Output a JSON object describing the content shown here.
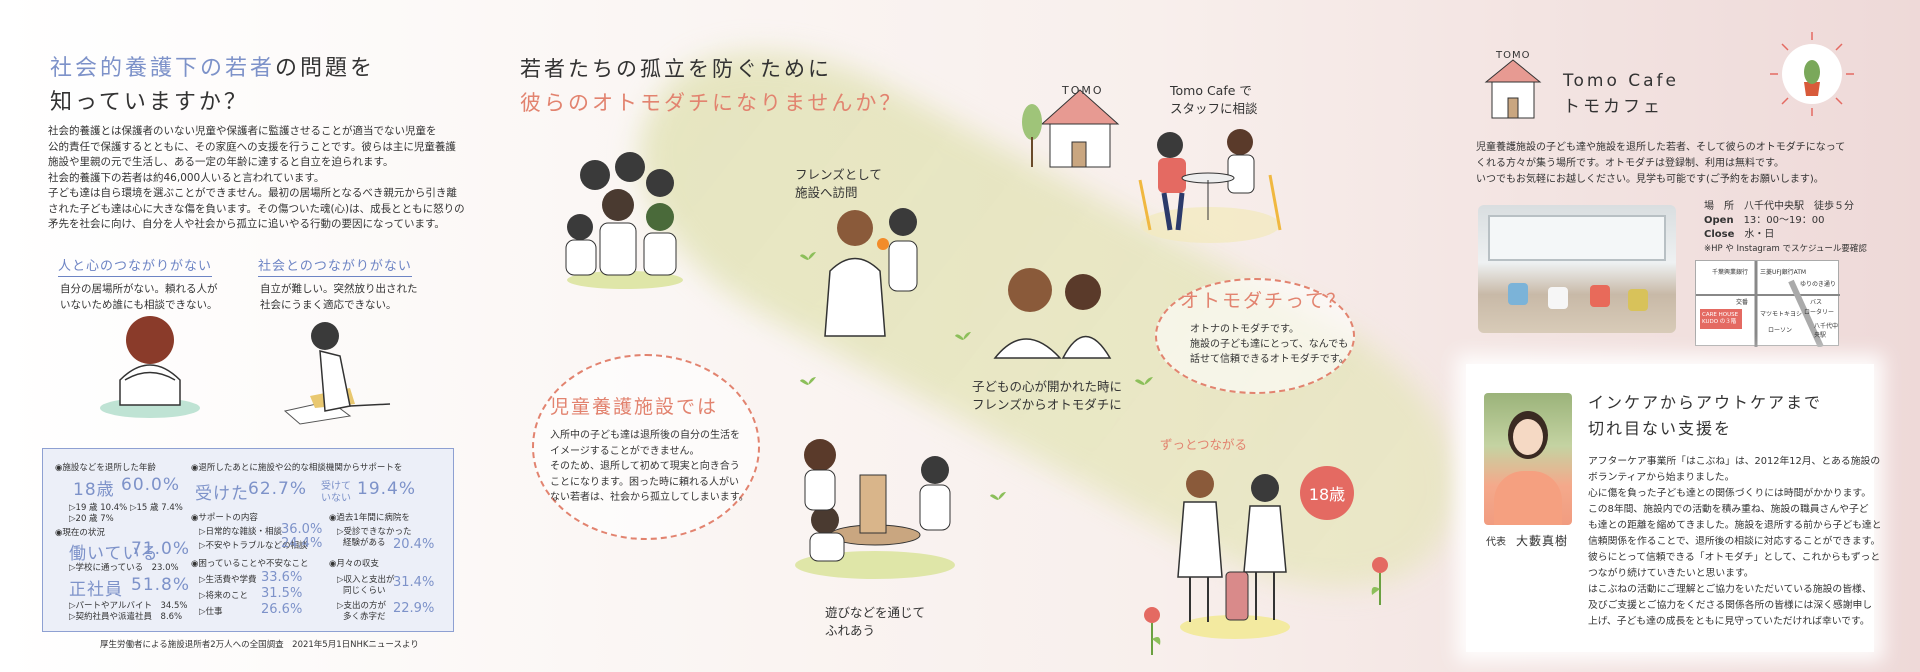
{
  "left": {
    "title_blue_1": "社会的養護下",
    "title_mid": "の",
    "title_blue_2": "若者",
    "title_rest_1": "の問題を",
    "title_line2": "知っていますか？",
    "paragraph": [
      "社会的養護とは保護者のいない児童や保護者に監護させることが適当でない児童を",
      "公的責任で保護するとともに、その家庭への支援を行うことです。彼らは主に児童養護",
      "施設や里親の元で生活し、ある一定の年齢に達すると自立を迫られます。",
      "社会的養護下の若者は約46,000人いると言われています。",
      "子ども達は自ら環境を選ぶことができません。最初の居場所となるべき親元から引き離",
      "された子ども達は心に大きな傷を負います。その傷ついた魂(心)は、成長とともに怒りの",
      "矛先を社会に向け、自分を人や社会から孤立に追いやる行動の要因になっています。"
    ],
    "sub1_heading": "人と心のつながりがない",
    "sub1_text": [
      "自分の居場所がない。頼れる人が",
      "いないため誰にも相談できない。"
    ],
    "sub2_heading": "社会とのつながりがない",
    "sub2_text": [
      "自立が難しい。突然放り出された",
      "社会にうまく適応できない。"
    ],
    "stats": {
      "s1_label": "◉施設などを退所した年齢",
      "s1_big": "18歳",
      "s1_pct": "60.0%",
      "s1_sub1": "▷19 歳 10.4% ▷15 歳 7.4%",
      "s1_sub2": "▷20 歳 7%",
      "s2_label": "◉退所したあとに施設や公的な相談機関からサポートを",
      "s2_a": "受けた",
      "s2_a_pct": "62.7%",
      "s2_b1": "受けて",
      "s2_b2": "いない",
      "s2_b_pct": "19.4%",
      "s3_label": "◉現在の状況",
      "s3_big": "働いている",
      "s3_pct": "71.0%",
      "s3_sub": "▷学校に通っている　23.0%",
      "s3_big2": "正社員",
      "s3_pct2": "51.8%",
      "s3_sub2": "▷パートやアルバイト　34.5%",
      "s3_sub3": "▷契約社員や派遣社員　8.6%",
      "s4_label": "◉サポートの内容",
      "s4_a": "▷日常的な雑談・相談",
      "s4_a_pct": "36.0%",
      "s4_b": "▷不安やトラブルなどの相談",
      "s4_b_pct": "24.4%",
      "s5_label": "◉過去1年間に病院を",
      "s5_a1": "▷受診できなかった",
      "s5_a2": "経験がある",
      "s5_pct": "20.4%",
      "s6_label": "◉困っていることや不安なこと",
      "s6_a": "▷生活費や学費",
      "s6_a_pct": "33.6%",
      "s6_b": "▷将来のこと",
      "s6_b_pct": "31.5%",
      "s6_c": "▷仕事",
      "s6_c_pct": "26.6%",
      "s7_label": "◉月々の収支",
      "s7_a1": "▷収入と支出が",
      "s7_a2": "同じくらい",
      "s7_a_pct": "31.4%",
      "s7_b1": "▷支出の方が",
      "s7_b2": "多く赤字だ",
      "s7_b_pct": "22.9%"
    },
    "source": "厚生労働者による施設退所者2万人への全国調査　2021年5月1日NHKニュースより"
  },
  "middle": {
    "title_line1": "若者たちの孤立を防ぐために",
    "title_line2": "彼らのオトモダチになりませんか？",
    "cap_friends": [
      "フレンズとして",
      "施設へ訪問"
    ],
    "cap_cafe": [
      "Tomo Cafe で",
      "スタッフに相談"
    ],
    "cafe_sign": "TOMO",
    "ellipse_left_heading": "児童養護施設では",
    "ellipse_left_text": [
      "入所中の子ども達は退所後の自分の生活を",
      "イメージすることができません。",
      "そのため、退所して初めて現実と向き合う",
      "ことになります。困った時に頼れる人がい",
      "ない若者は、社会から孤立してしまいます。"
    ],
    "ellipse_right_heading": "オトモダチって？",
    "ellipse_right_text": [
      "オトナのトモダチです。",
      "施設の子ども達にとって、なんでも",
      "話せて信頼できるオトモダチです。"
    ],
    "cap_open": [
      "子どもの心が開かれた時に",
      "フレンズからオトモダチに"
    ],
    "cap_play": [
      "遊びなどを通じて",
      "ふれあう"
    ],
    "cap_always": "ずっとつながる",
    "age": "18歳"
  },
  "right": {
    "logo_sign": "TOMO",
    "cafe_en": "Tomo Cafe",
    "cafe_jp": "トモカフェ",
    "intro": [
      "児童養護施設の子ども達や施設を退所した若者、そして彼らのオトモダチになって",
      "くれる方々が集う場所です。オトモダチは登録制、利用は無料です。",
      "いつでもお気軽にお越しください。見学も可能です(ご予約をお願いします)。"
    ],
    "place_label": "場　所",
    "place_value": "八千代中央駅　徒歩５分",
    "open_label": "Open",
    "open_value": "13：00～19：00",
    "close_label": "Close",
    "close_value": "水・日",
    "note": "※HP や Instagram でスケジュール要確認",
    "map_labels": [
      "千葉興業銀行",
      "三菱UFJ銀行ATM",
      "ゆりのき通り",
      "バス",
      "ロータリー",
      "交番",
      "マツモトキヨシ",
      "ローソン",
      "八千代中央駅",
      "CARE HOUSE KUDO の３階"
    ],
    "bridge_heading1": "インケアからアウトケアまで",
    "bridge_heading2": "切れ目ない支援を",
    "rep_role": "代表",
    "rep_name": "大藪真樹",
    "bridge_text": [
      "アフターケア事業所「はこぶね」は、2012年12月、とある施設の",
      "ボランティアから始まりました。",
      "心に傷を負った子ども達との関係づくりには時間がかかります。",
      "この8年間、施設内での活動を積み重ね、施設の職員さんや子ど",
      "も達との距離を縮めてきました。施設を退所する前から子ども達と",
      "信頼関係を作ることで、退所後の相談に対応することができます。",
      "彼らにとって信頼できる「オトモダチ」として、これからもずっと",
      "つながり続けていきたいと思います。",
      "はこぶねの活動にご理解とご協力をいただいている施設の皆様、",
      "及びご支援とご協力をくださる関係各所の皆様には深く感謝申し",
      "上げ、子ども達の成長をともに見守っていただければ幸いです。"
    ]
  },
  "colors": {
    "blue": "#7d92c9",
    "pink": "#e2836f",
    "badge": "#e46a62"
  }
}
